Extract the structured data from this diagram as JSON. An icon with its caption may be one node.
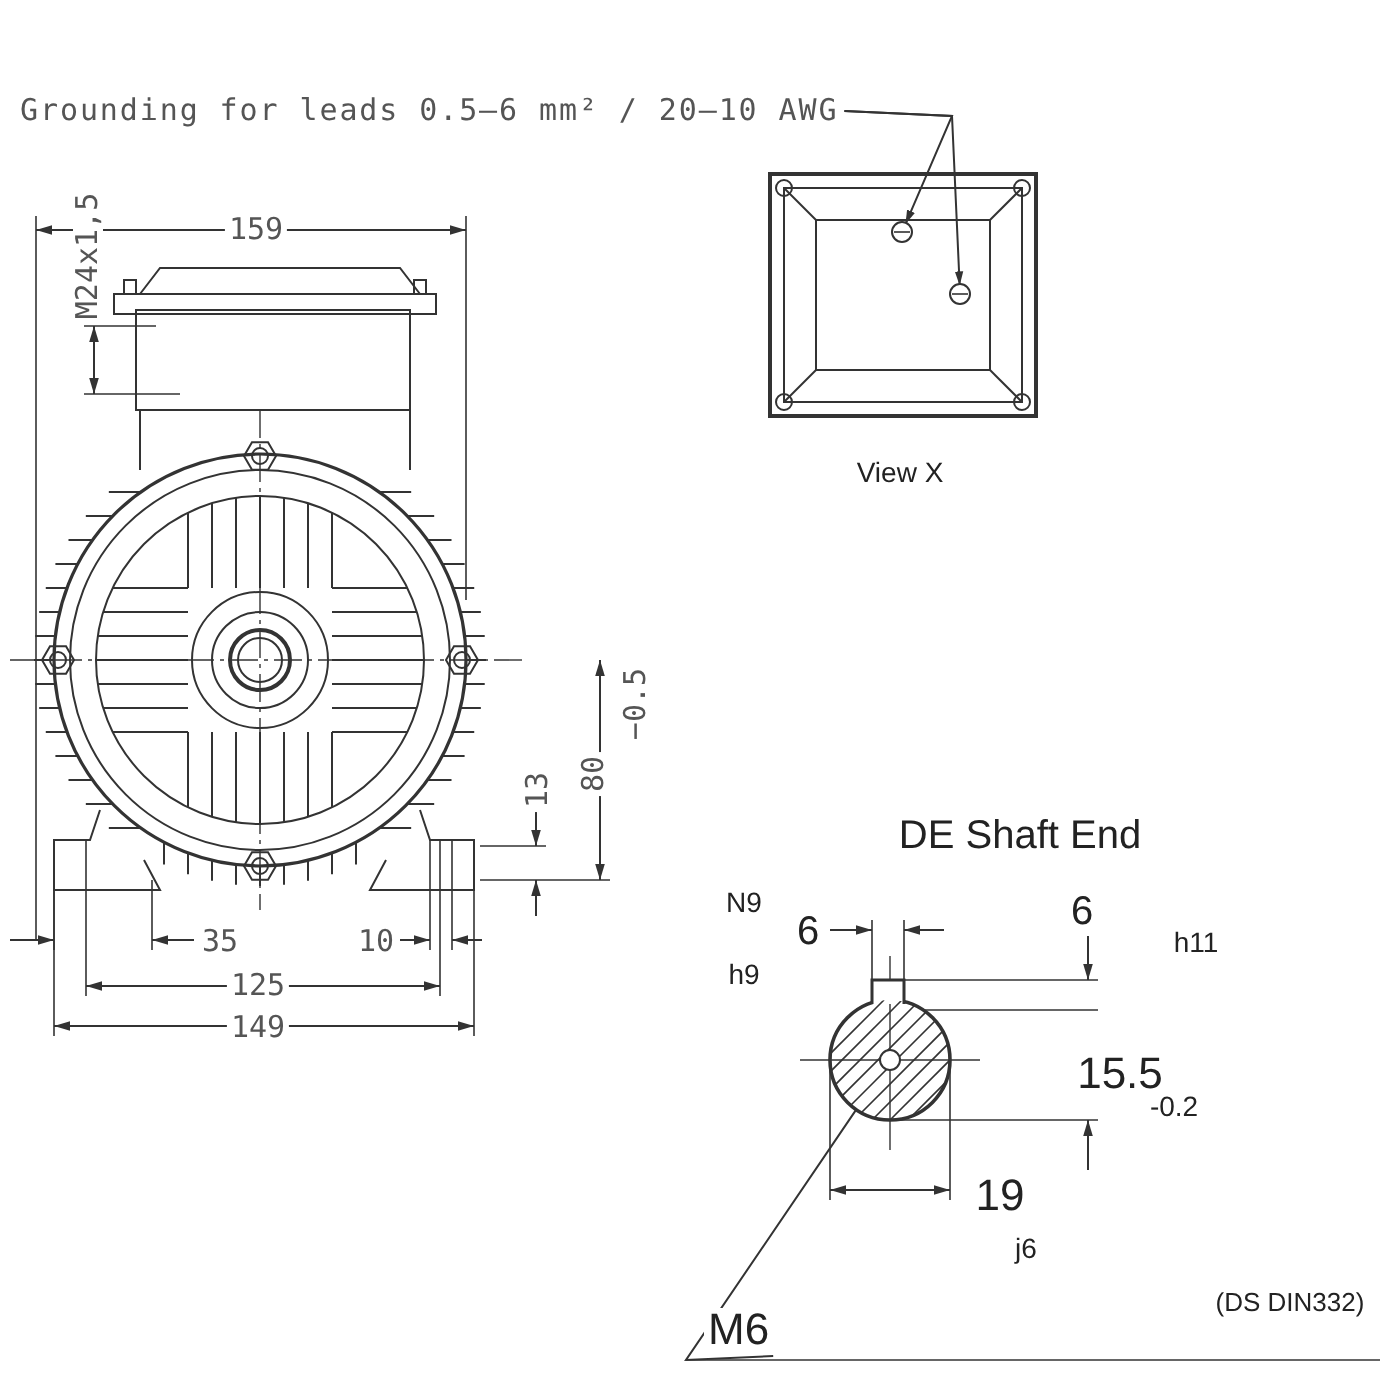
{
  "diagram": {
    "nodes": [
      {
        "text": [
          "Grounding for leads 0.5–6 mm² / 20–10 AWG"
        ]
      },
      {
        "text": [],
        "shape": "circle"
      },
      {
        "text": [],
        "shape": "circle"
      },
      {
        "text": [
          "M6"
        ]
      },
      {
        "text": [],
        "shape": "circle"
      }
    ],
    "edges": [
      {
        "from": 0,
        "to": 1,
        "arrow": "to"
      },
      {
        "from": 0,
        "to": 2,
        "arrow": "to"
      },
      {
        "from": 3,
        "to": 4,
        "arrow": "none"
      }
    ],
    "labels": [
      "159",
      "M24x1,5",
      "View X",
      "DE Shaft End",
      "N9",
      "6",
      "6",
      "h9",
      "h11",
      "15.5",
      "-0.2",
      "−0.5",
      "80",
      "13",
      "35",
      "10",
      "125",
      "19",
      "149",
      "j6",
      "(DS DIN332)"
    ]
  }
}
